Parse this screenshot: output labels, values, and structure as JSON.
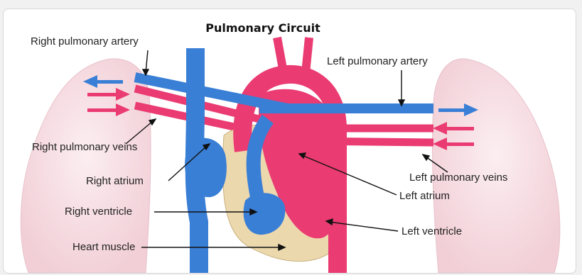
{
  "diagram": {
    "title": "Pulmonary Circuit",
    "labels": {
      "right_pulmonary_artery": "Right pulmonary artery",
      "left_pulmonary_artery": "Left pulmonary artery",
      "right_pulmonary_veins": "Right pulmonary veins",
      "left_pulmonary_veins": "Left pulmonary veins",
      "right_atrium": "Right atrium",
      "left_atrium": "Left atrium",
      "right_ventricle": "Right ventricle",
      "left_ventricle": "Left ventricle",
      "heart_muscle": "Heart muscle"
    },
    "colors": {
      "deoxygenated_blue": "#3a7fd6",
      "oxygenated_red": "#ea3b72",
      "heart_muscle_tan": "#ecd8ad",
      "lung_pink": "#f6dde2"
    }
  }
}
